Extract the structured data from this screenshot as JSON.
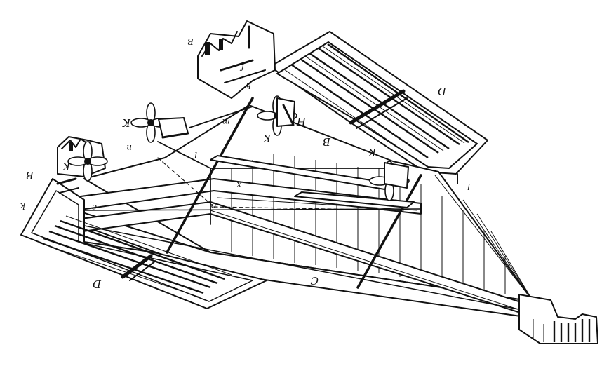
{
  "figure": {
    "ink_color": "#111111",
    "paper_color": "#ffffff",
    "labels": {
      "D_rear_top": "D",
      "D_front_bottom": "D",
      "C_keel": "C",
      "B_rear": "B",
      "B_side": "B",
      "B_left": "B",
      "H_center": "H",
      "K_propeller_left": "K",
      "K_propeller_center": "K",
      "K_propeller_right": "K",
      "K_left_small": "K",
      "k_left": "k",
      "l_center": "l",
      "l_right": "l",
      "x_bar": "x",
      "n_fin": "n",
      "m_fin": "m",
      "o_fin": "o",
      "f_label": "f",
      "h_label": "h",
      "c_label": "c"
    },
    "parts": {
      "propellers": [
        "propeller-left",
        "propeller-center",
        "propeller-right",
        "propeller-rear"
      ],
      "icons": [
        "propeller-icon"
      ]
    }
  }
}
